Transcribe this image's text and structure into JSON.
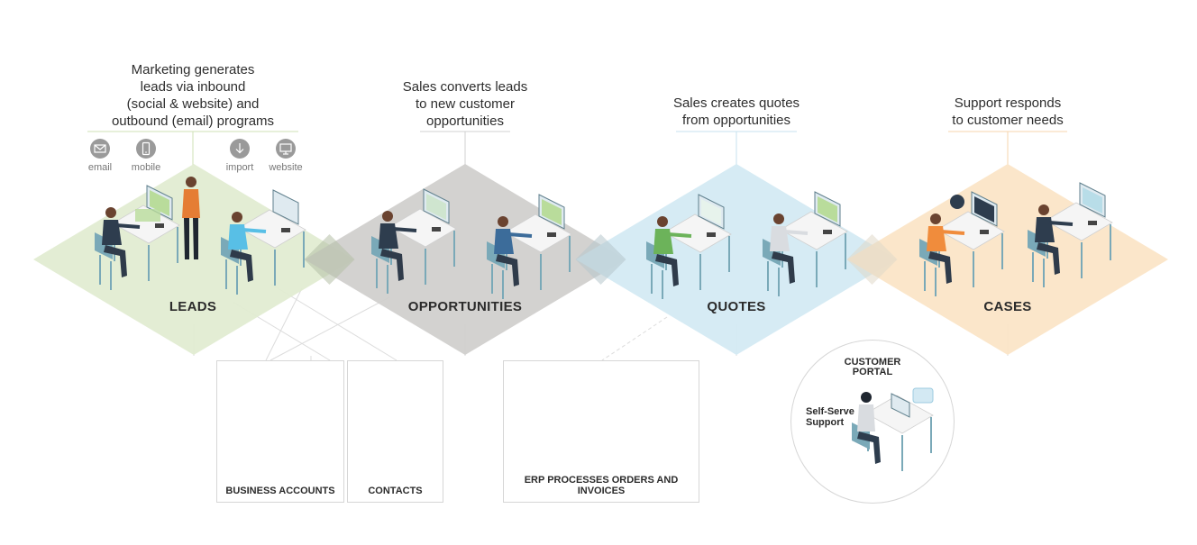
{
  "captions": {
    "marketing": [
      "Marketing generates",
      "leads via inbound",
      "(social & website) and",
      "outbound (email) programs"
    ],
    "sales_leads": [
      "Sales converts leads",
      "to new customer",
      "opportunities"
    ],
    "sales_quotes": [
      "Sales creates quotes",
      "from opportunities"
    ],
    "support": [
      "Support responds",
      "to customer needs"
    ]
  },
  "channels": [
    {
      "label": "email",
      "icon": "envelope-icon"
    },
    {
      "label": "mobile",
      "icon": "mobile-phone-icon"
    },
    {
      "label": "import",
      "icon": "download-arrow-icon"
    },
    {
      "label": "website",
      "icon": "monitor-icon"
    }
  ],
  "stages": [
    {
      "label": "LEADS",
      "color": "#e1ecd0"
    },
    {
      "label": "OPPORTUNITIES",
      "color": "#cfcecc"
    },
    {
      "label": "QUOTES",
      "color": "#d3e9f3"
    },
    {
      "label": "CASES",
      "color": "#fbe4c6"
    }
  ],
  "boxes": {
    "business_accounts": "BUSINESS ACCOUNTS",
    "contacts": "CONTACTS",
    "erp": "ERP PROCESSES ORDERS AND INVOICES"
  },
  "portal": {
    "title": [
      "CUSTOMER",
      "PORTAL"
    ],
    "sub": [
      "Self-Serve",
      "Support"
    ]
  },
  "colors": {
    "line": "#d8d8d8",
    "skin": "#5a3a2a",
    "desk": "#f4f4f4",
    "chair": "#7aa9b8",
    "screen": "#b9dc9b"
  }
}
